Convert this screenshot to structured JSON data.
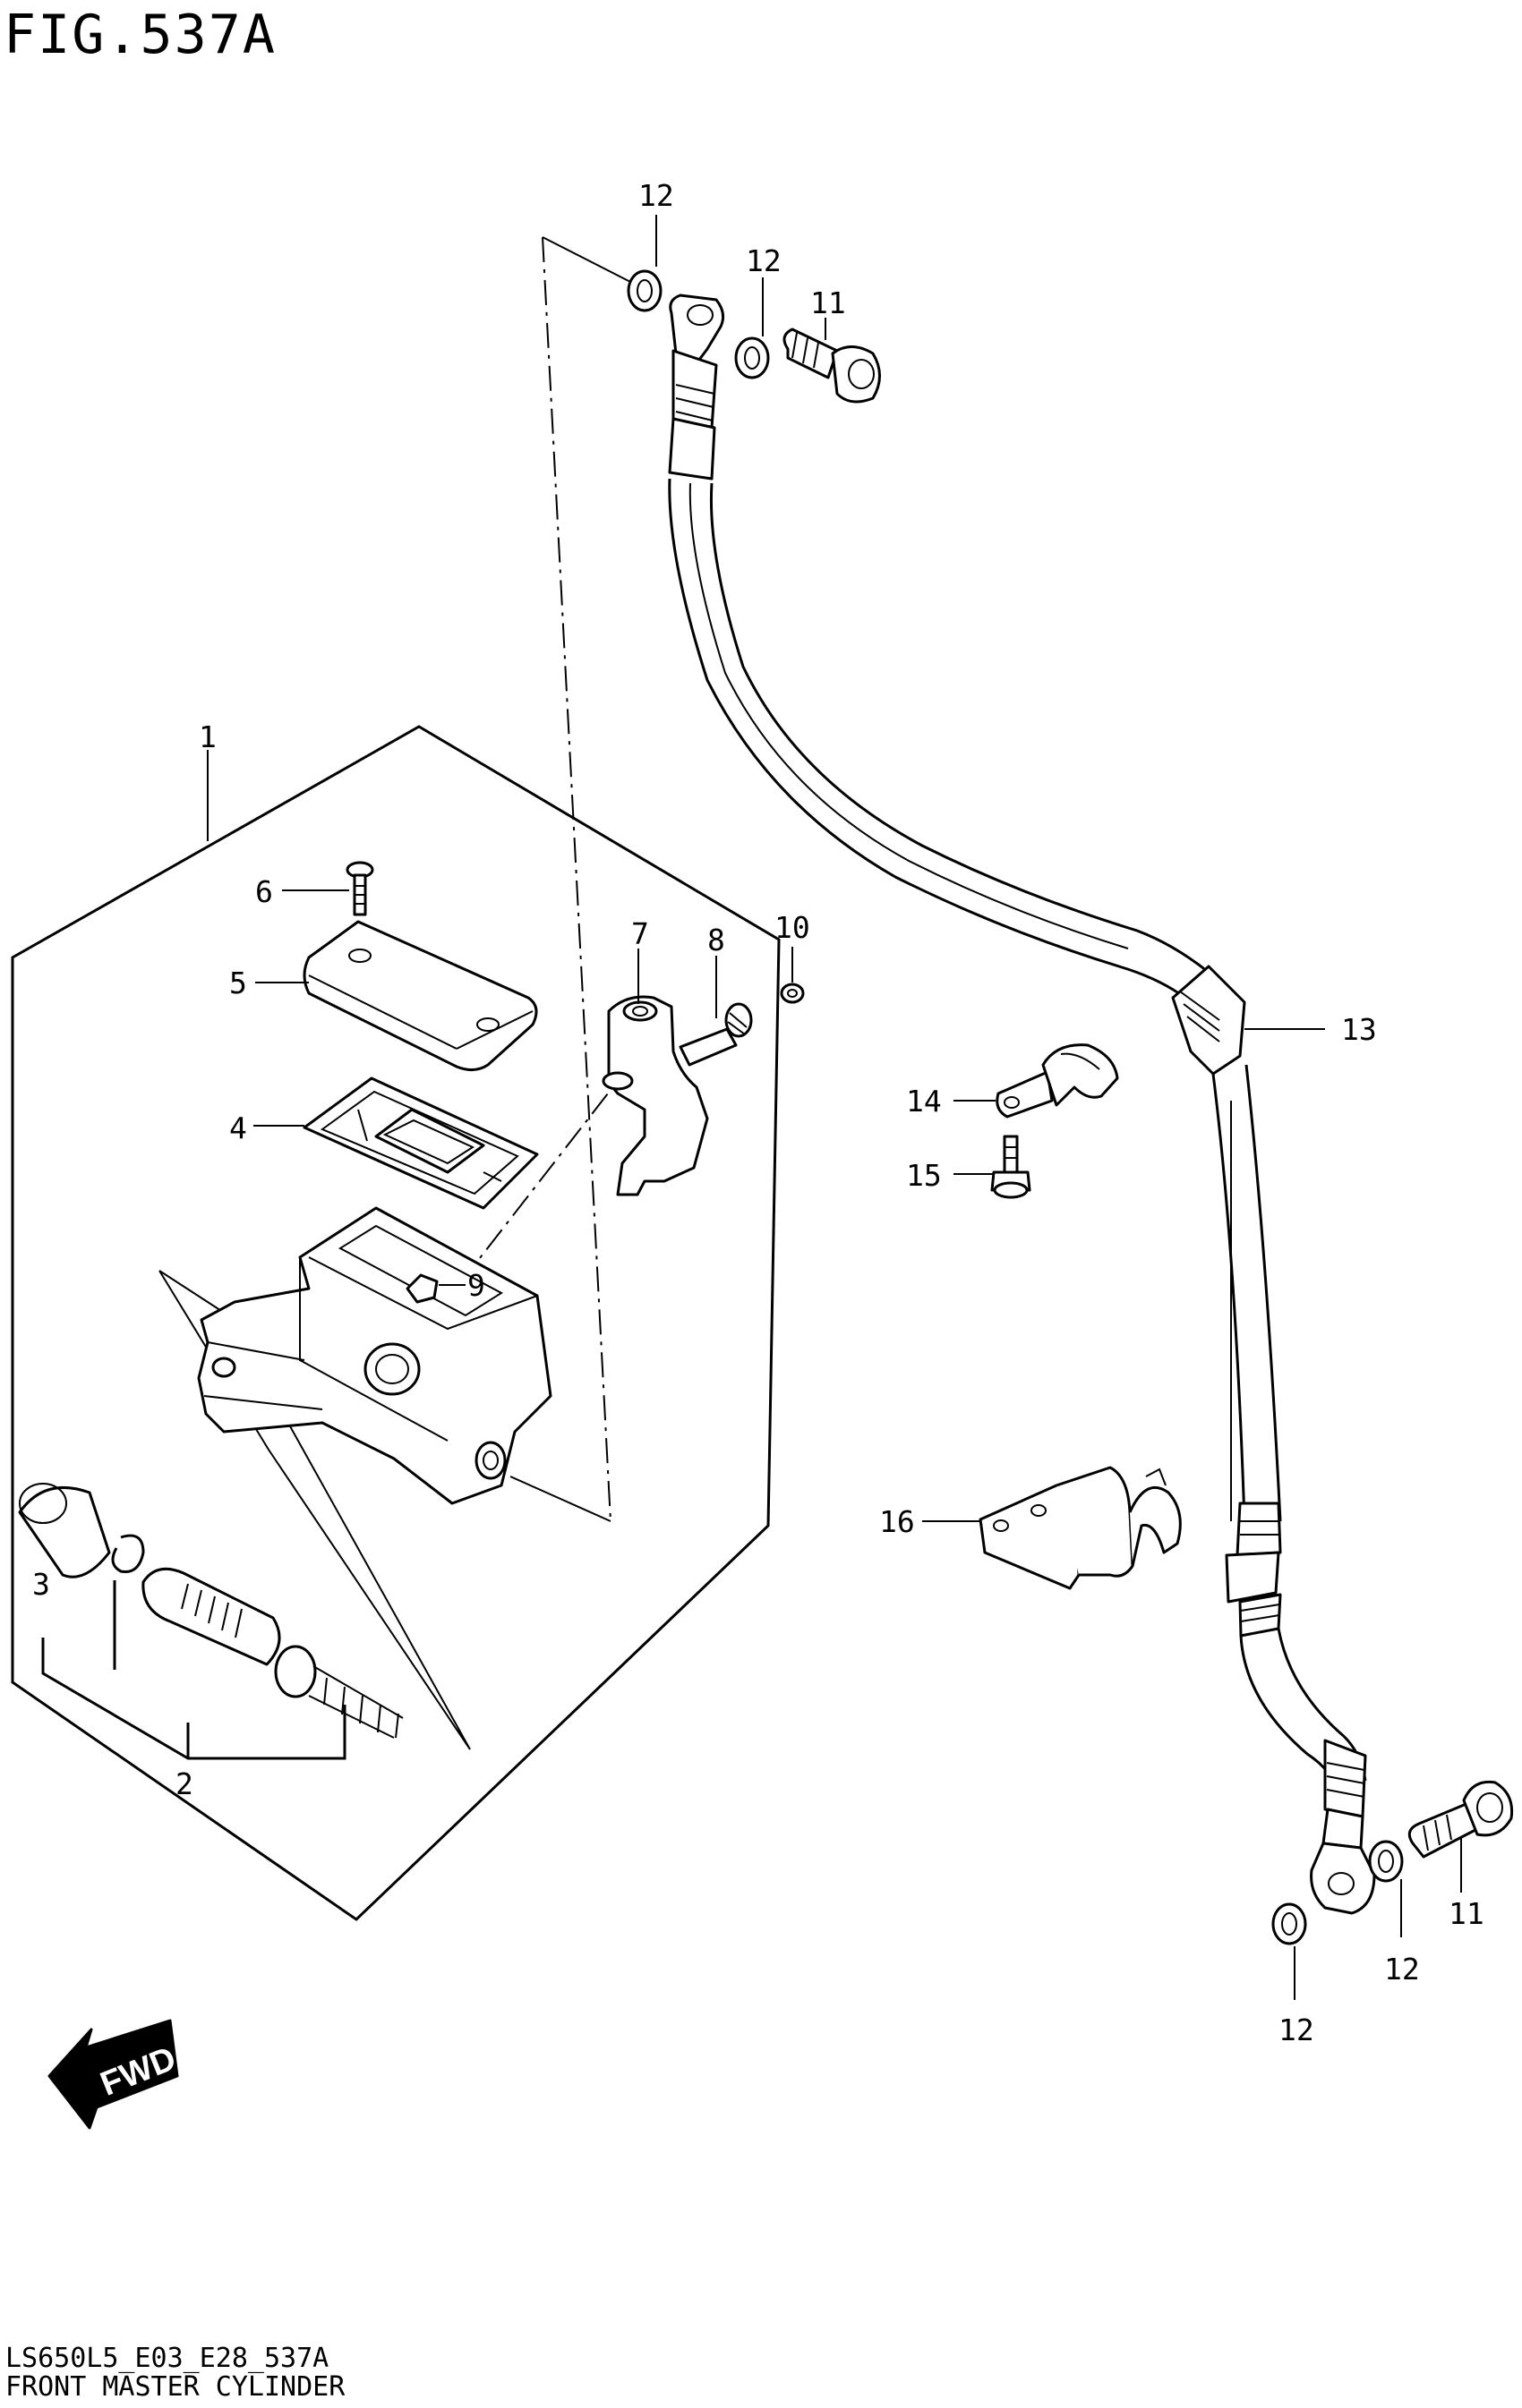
{
  "figure": {
    "title": "FIG.537A",
    "code": "LS650L5_E03_E28_537A",
    "name": "FRONT MASTER CYLINDER"
  },
  "orientation_badge": {
    "label": "FWD",
    "icon": "fwd-arrow-icon"
  },
  "callouts": [
    "1",
    "2",
    "3",
    "4",
    "5",
    "6",
    "7",
    "8",
    "9",
    "10",
    "11",
    "12",
    "13",
    "14",
    "15",
    "16"
  ],
  "labels": {
    "c1": "1",
    "c2": "2",
    "c3": "3",
    "c4": "4",
    "c5": "5",
    "c6": "6",
    "c7": "7",
    "c8": "8",
    "c9": "9",
    "c10": "10",
    "c11a": "11",
    "c11b": "11",
    "c12a": "12",
    "c12b": "12",
    "c12c": "12",
    "c12d": "12",
    "c13": "13",
    "c14": "14",
    "c15": "15",
    "c16": "16"
  }
}
